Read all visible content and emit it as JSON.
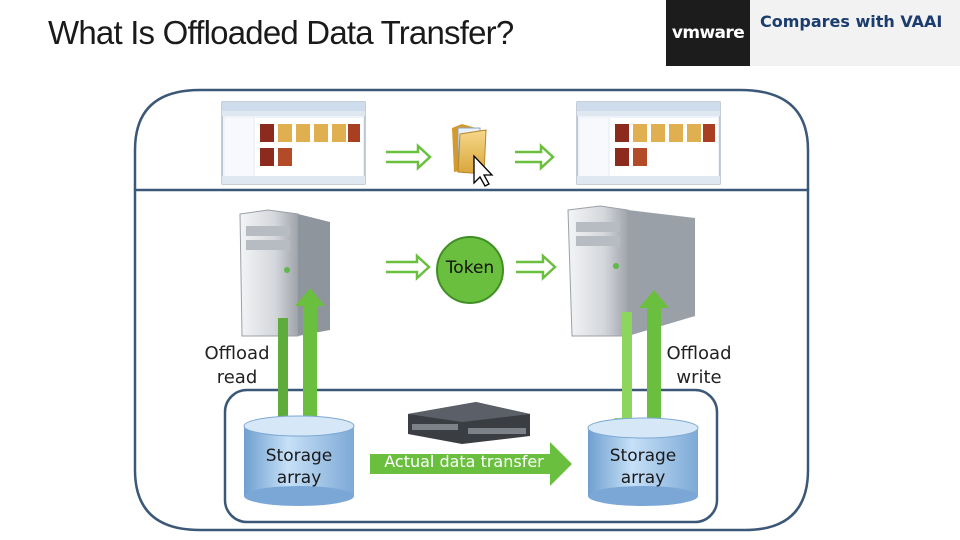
{
  "title": "What Is Offloaded Data Transfer?",
  "vmware": {
    "logo": "vmware",
    "compare": "Compares with VAAI"
  },
  "token": "Token",
  "offload_read": "Offload read",
  "offload_write": "Offload write",
  "storage_left": "Storage array",
  "storage_right": "Storage array",
  "transfer": "Actual data transfer",
  "colors": {
    "frame": "#3b5878",
    "green": "#6abf3f",
    "green_dark": "#3f8f25",
    "storage_blue": "#a8cdee",
    "server_gray": "#c9ccd0"
  }
}
